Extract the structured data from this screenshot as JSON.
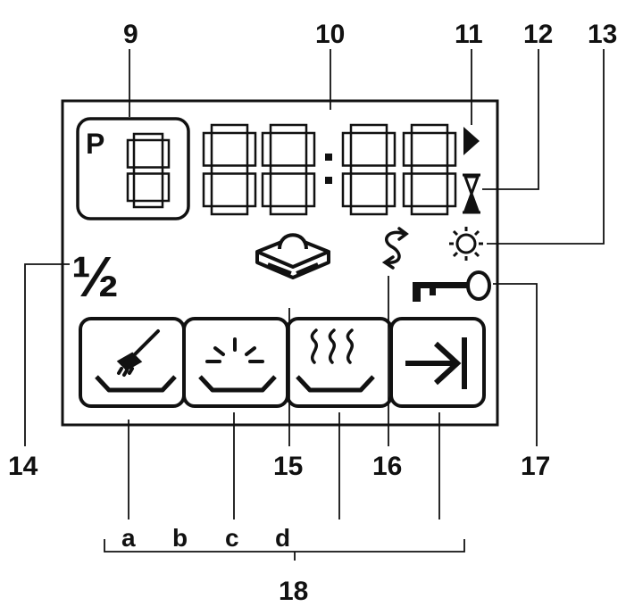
{
  "callouts": {
    "c9": "9",
    "c10": "10",
    "c11": "11",
    "c12": "12",
    "c13": "13",
    "c14": "14",
    "c15": "15",
    "c16": "16",
    "c17": "17",
    "c18": "18"
  },
  "display": {
    "program_letter": "P",
    "time_separator": ":",
    "half_load": "½"
  },
  "phase_letters": [
    "a",
    "b",
    "c",
    "d"
  ],
  "icons": {
    "start": "play-arrow-icon",
    "timer": "hourglass-icon",
    "rinse_aid": "sun-icon",
    "salt": "salt-refill-s-arrows-icon",
    "child_lock": "key-icon",
    "tablet": "detergent-tablet-icon",
    "prewash": "brush-basin-icon",
    "wash": "sparkle-basin-icon",
    "dry": "steam-basin-icon",
    "end": "arrow-to-bar-icon"
  },
  "colors": {
    "ink": "#111111",
    "background": "#ffffff"
  }
}
